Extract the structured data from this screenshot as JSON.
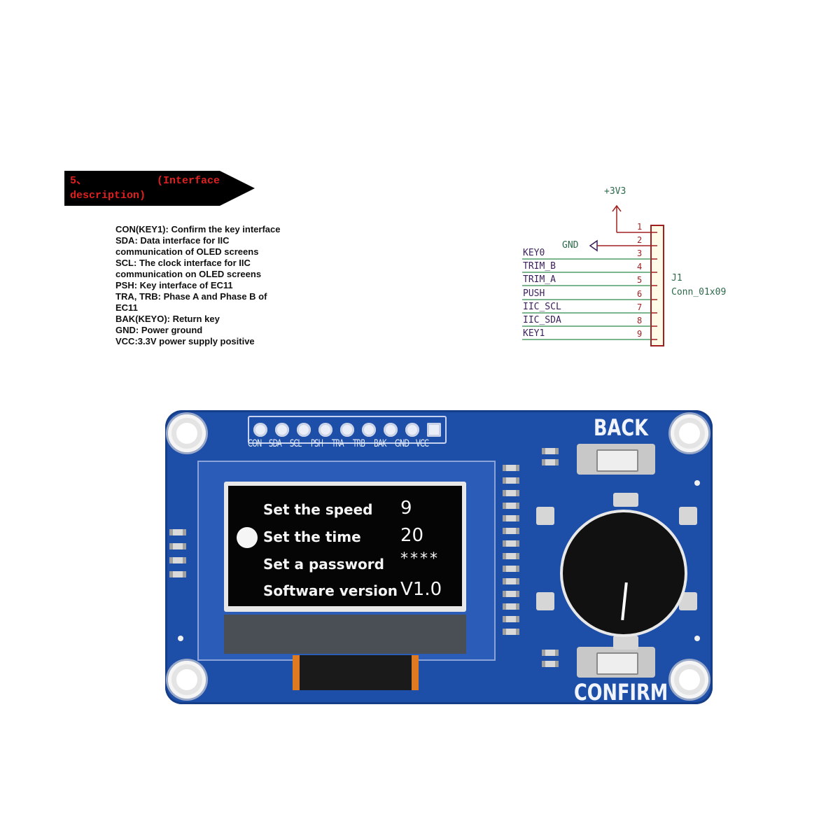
{
  "banner": {
    "number": "5、",
    "line1": "(Interface",
    "line2": "description)",
    "color": "#e02020"
  },
  "description": [
    "CON(KEY1): Confirm the key interface",
    "SDA: Data interface for IIC communication of OLED screens",
    "SCL: The clock interface for IIC communication on OLED screens",
    "PSH: Key interface of EC11",
    "TRA, TRB: Phase A and Phase B of EC11",
    "BAK(KEYO): Return key",
    "GND: Power ground",
    "VCC:3.3V power supply positive"
  ],
  "schematic": {
    "power": "+3V3",
    "ground": "GND",
    "ref": "J1",
    "value": "Conn_01x09",
    "pins": [
      {
        "num": "1",
        "label": ""
      },
      {
        "num": "2",
        "label": ""
      },
      {
        "num": "3",
        "label": "KEY0"
      },
      {
        "num": "4",
        "label": "TRIM_B"
      },
      {
        "num": "5",
        "label": "TRIM_A"
      },
      {
        "num": "6",
        "label": "PUSH"
      },
      {
        "num": "7",
        "label": "IIC_SCL"
      },
      {
        "num": "8",
        "label": "IIC_SDA"
      },
      {
        "num": "9",
        "label": "KEY1"
      }
    ]
  },
  "board": {
    "pin_labels": [
      "CON",
      "SDA",
      "SCL",
      "PSH",
      "TRA",
      "TRB",
      "BAK",
      "GND",
      "VCC"
    ],
    "back_label": "BACK",
    "confirm_label": "CONFIRM",
    "color": "#1e4fa8"
  },
  "screen": {
    "rows": [
      {
        "label": "Set the speed",
        "value": "9"
      },
      {
        "label": "Set the time",
        "value": "20"
      },
      {
        "label": "Set a password",
        "value": "****"
      },
      {
        "label": "Software version",
        "value": "V1.0"
      }
    ],
    "selected_index": 1
  }
}
